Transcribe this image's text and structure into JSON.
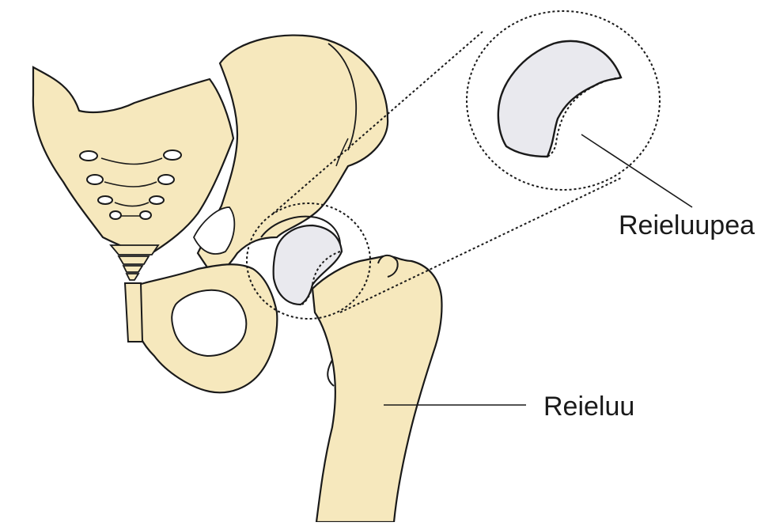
{
  "labels": {
    "femoral_head": "Reieluupea",
    "femur": "Reieluu"
  },
  "colors": {
    "bone": "#f6e8bd",
    "bone_shade": "#ecd597",
    "outline": "#1a1a1a",
    "cartilage": "#e9e9ee",
    "background": "#ffffff"
  },
  "icons": {
    "pelvis": "pelvis-illustration",
    "femur": "femur-illustration",
    "magnifier": "dotted-zoom-circle"
  }
}
